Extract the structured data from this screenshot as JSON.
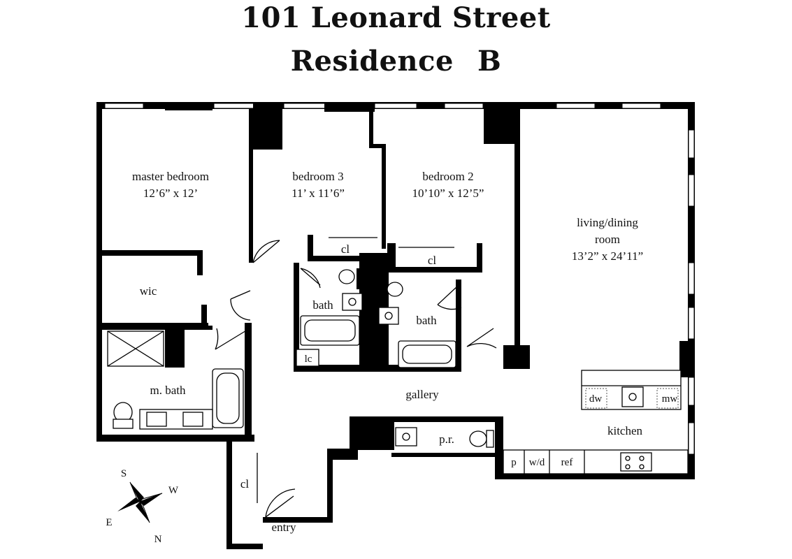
{
  "title": {
    "line1": "101 Leonard Street",
    "line2": "Residence",
    "line2_letter": "B"
  },
  "rooms": {
    "master_bedroom": {
      "name": "master bedroom",
      "size": "12’6” x 12’"
    },
    "bedroom3": {
      "name": "bedroom 3",
      "size": "11’ x 11’6”"
    },
    "bedroom2": {
      "name": "bedroom 2",
      "size": "10’10” x 12’5”"
    },
    "living": {
      "name_line1": "living/dining",
      "name_line2": "room",
      "size": "13’2” x 24’11”"
    },
    "wic": "wic",
    "cl1": "cl",
    "cl2": "cl",
    "cl3": "cl",
    "bath1": "bath",
    "bath2": "bath",
    "lc": "lc",
    "master_bath": "m. bath",
    "gallery": "gallery",
    "pr": "p.r.",
    "kitchen": "kitchen",
    "entry": "entry"
  },
  "appliances": {
    "dw": "dw",
    "mw": "mw",
    "p": "p",
    "wd": "w/d",
    "ref": "ref"
  },
  "compass": {
    "s": "S",
    "w": "W",
    "e": "E",
    "n": "N"
  }
}
